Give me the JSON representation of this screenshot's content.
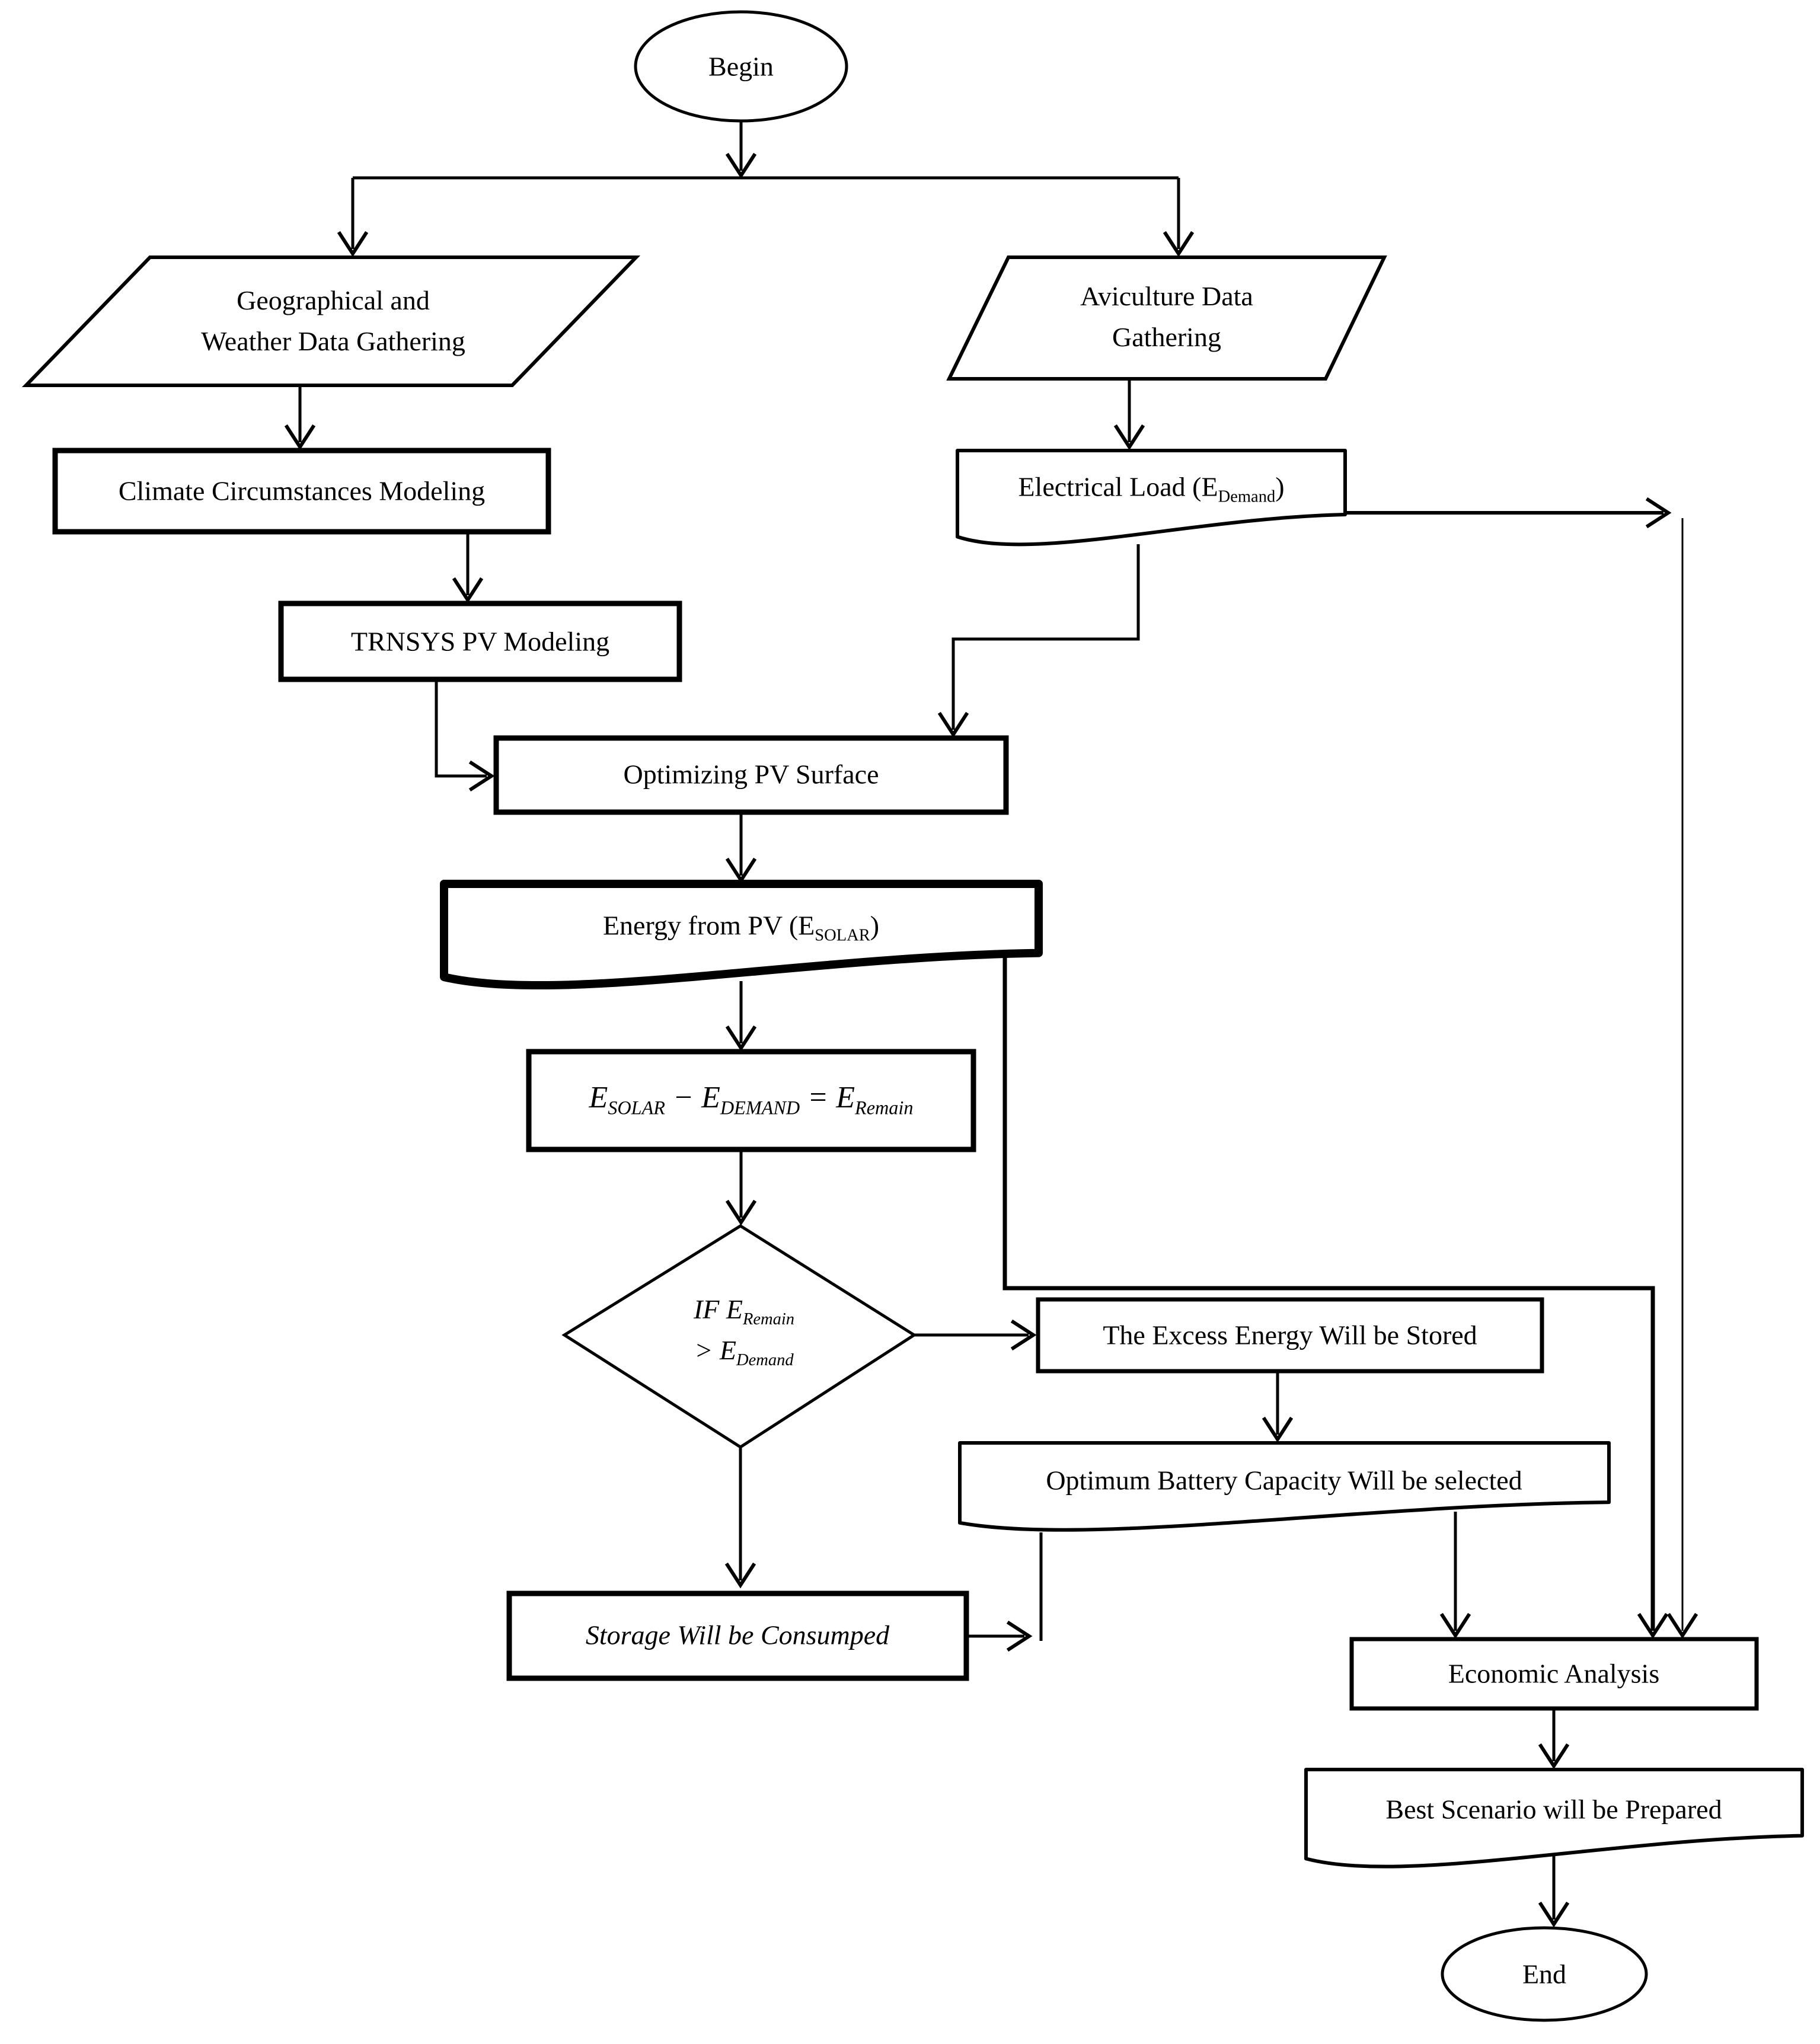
{
  "diagram": {
    "type": "flowchart",
    "colors": {
      "ink": "#000000",
      "background": "#ffffff"
    },
    "nodes": {
      "begin": {
        "shape": "terminator",
        "label_parts": [
          {
            "t": "Begin"
          }
        ]
      },
      "geographical": {
        "shape": "parallelogram",
        "label_parts": [
          {
            "t": "Geographical and"
          },
          {
            "br": true
          },
          {
            "t": "Weather Data Gathering"
          }
        ]
      },
      "aviculture": {
        "shape": "parallelogram",
        "label_parts": [
          {
            "t": "Aviculture Data"
          },
          {
            "br": true
          },
          {
            "t": "Gathering"
          }
        ]
      },
      "climate": {
        "shape": "process",
        "label_parts": [
          {
            "t": "Climate Circumstances Modeling"
          }
        ]
      },
      "electrical_load": {
        "shape": "document",
        "label_parts": [
          {
            "t": "Electrical Load (E"
          },
          {
            "t": "Demand",
            "sub": true
          },
          {
            "t": ")"
          }
        ]
      },
      "trnsys": {
        "shape": "process",
        "label_parts": [
          {
            "t": "TRNSYS PV Modeling"
          }
        ]
      },
      "optimizing": {
        "shape": "process",
        "label_parts": [
          {
            "t": "Optimizing PV Surface"
          }
        ]
      },
      "energy_pv": {
        "shape": "document",
        "label_parts": [
          {
            "t": "Energy from PV (E"
          },
          {
            "t": "SOLAR",
            "sub": true
          },
          {
            "t": ")"
          }
        ]
      },
      "energy_balance": {
        "shape": "process",
        "label_parts": [
          {
            "t": "E"
          },
          {
            "t": "SOLAR",
            "sub": true
          },
          {
            "t": " − E"
          },
          {
            "t": "DEMAND",
            "sub": true
          },
          {
            "t": " = E"
          },
          {
            "t": "Remain",
            "sub": true
          }
        ]
      },
      "decision": {
        "shape": "decision",
        "label_parts": [
          {
            "t": "IF E"
          },
          {
            "t": "Remain",
            "sub": true
          },
          {
            "br": true
          },
          {
            "t": "> E"
          },
          {
            "t": "Demand",
            "sub": true
          }
        ]
      },
      "excess_energy": {
        "shape": "process",
        "label_parts": [
          {
            "t": "The Excess Energy Will be Stored"
          }
        ]
      },
      "battery": {
        "shape": "document",
        "label_parts": [
          {
            "t": "Optimum Battery Capacity Will be selected"
          }
        ]
      },
      "storage": {
        "shape": "process",
        "label_parts": [
          {
            "t": "Storage Will be Consumped"
          }
        ]
      },
      "economic": {
        "shape": "process",
        "label_parts": [
          {
            "t": "Economic Analysis"
          }
        ]
      },
      "best_scenario": {
        "shape": "document",
        "label_parts": [
          {
            "t": "Best Scenario will be Prepared"
          }
        ]
      },
      "end": {
        "shape": "terminator",
        "label_parts": [
          {
            "t": "End"
          }
        ]
      }
    }
  }
}
